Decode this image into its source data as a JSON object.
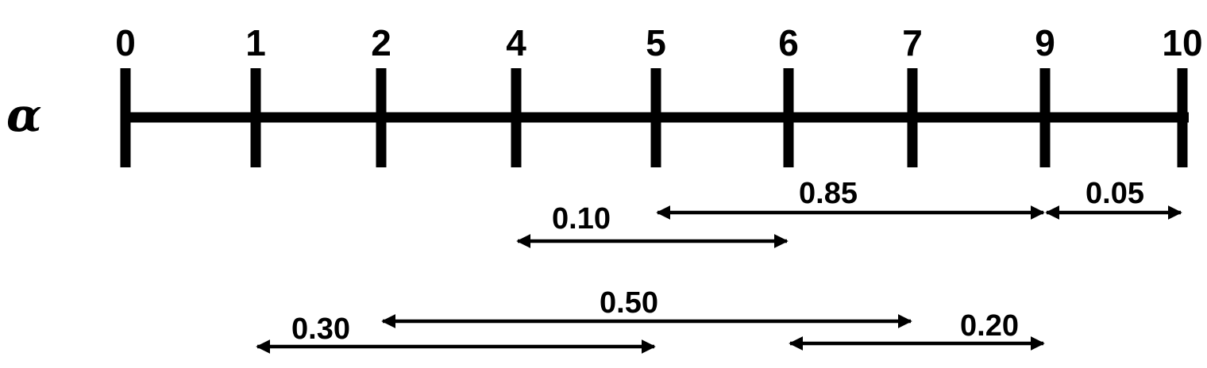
{
  "axis": {
    "symbol": "α",
    "ticks": [
      "0",
      "1",
      "2",
      "4",
      "5",
      "6",
      "7",
      "9",
      "10"
    ],
    "tick_values": [
      0,
      1,
      2,
      4,
      5,
      6,
      7,
      9,
      10
    ]
  },
  "ranges": [
    {
      "from": 4,
      "to": 6,
      "label": "0.10"
    },
    {
      "from": 5,
      "to": 9,
      "label": "0.85"
    },
    {
      "from": 9,
      "to": 10,
      "label": "0.05"
    },
    {
      "from": 2,
      "to": 7,
      "label": "0.50"
    },
    {
      "from": 1,
      "to": 5,
      "label": "0.30"
    },
    {
      "from": 6,
      "to": 9,
      "label": "0.20"
    }
  ]
}
